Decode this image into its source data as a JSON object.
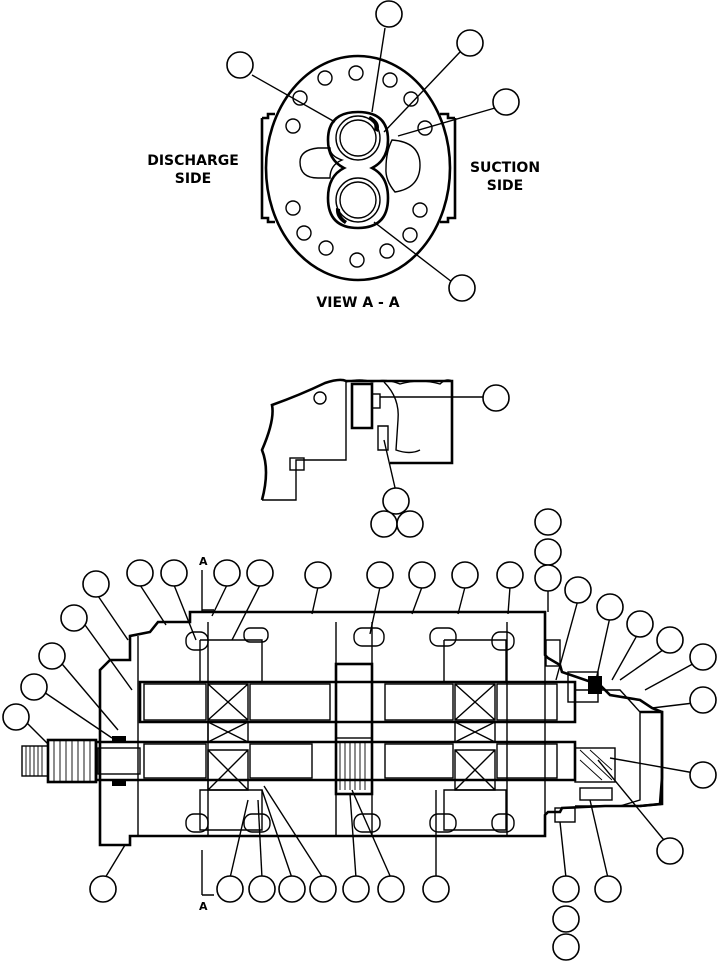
{
  "labels": {
    "discharge_line1": "DISCHARGE",
    "discharge_line2": "SIDE",
    "suction_line1": "SUCTION",
    "suction_line2": "SIDE",
    "view_title": "VIEW A - A",
    "section_mark_top": "A",
    "section_mark_bottom": "A"
  },
  "colors": {
    "ink": "#000000",
    "paper": "#ffffff"
  }
}
